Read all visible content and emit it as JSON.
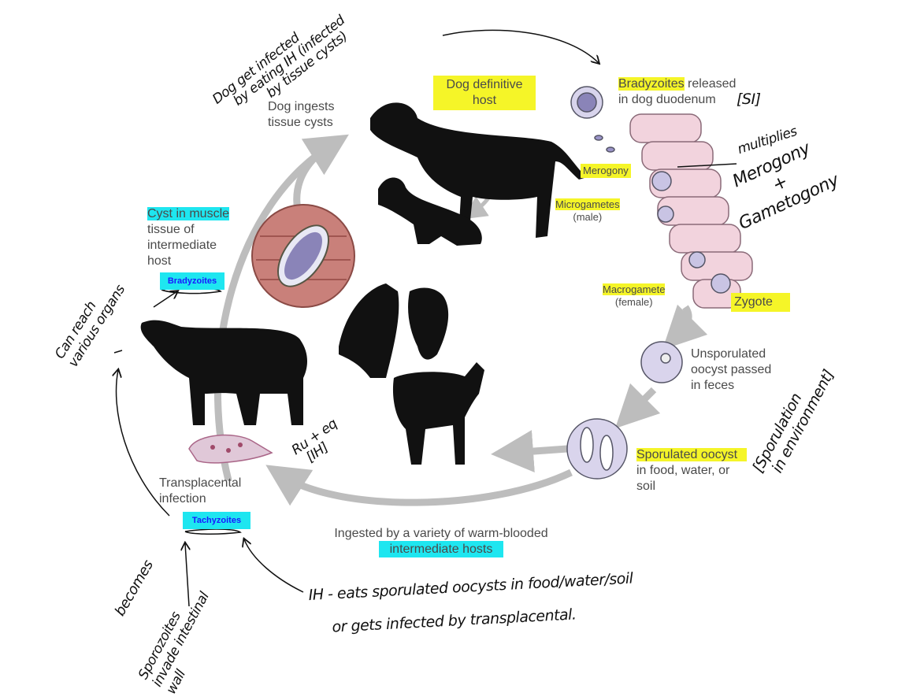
{
  "diagram": {
    "labels": {
      "dog_ingests": [
        "Dog ingests",
        "tissue cysts"
      ],
      "dog_host": [
        "Dog definitive",
        "host"
      ],
      "bradyzoites_released": [
        "Bradyzoites",
        " released",
        "in dog duodenum"
      ],
      "merogony": "Merogony",
      "microgametes": [
        "Microgametes",
        "(male)"
      ],
      "macrogamete": [
        "Macrogamete",
        "(female)"
      ],
      "zygote": "Zygote",
      "unsporulated": [
        "Unsporulated",
        "oocyst passed",
        "in feces"
      ],
      "sporulated": [
        "Sporulated oocyst",
        "in food, water, or",
        "soil"
      ],
      "ingested": [
        "Ingested by a variety of warm-blooded",
        "intermediate hosts"
      ],
      "transplacental": [
        "Transplacental",
        "infection"
      ],
      "tachyzoites": "Tachyzoites",
      "cyst_muscle": [
        "Cyst in muscle",
        "tissue of",
        "intermediate",
        "host"
      ],
      "bradyzoites": "Bradyzoites"
    },
    "highlight_colors": {
      "yellow": "#f5f528",
      "cyan": "#1ee6f0"
    },
    "annotations": {
      "dog_infected": [
        "Dog get infected",
        "by eating",
        "IH (infected",
        "by tissue cysts)"
      ],
      "si": "[SI]",
      "multiplies": "multiplies",
      "merogony_gametogony": [
        "Merogony",
        "+",
        "Gametogony"
      ],
      "sporulation": [
        "[Sporulation",
        "in environment]"
      ],
      "ru_eq": [
        "Ru + eq",
        "[IH]"
      ],
      "can_reach": [
        "Can reach",
        "various organs"
      ],
      "becomes": "becomes",
      "sporozoites": [
        "Sporozoites",
        "invade intestinal",
        "wall"
      ],
      "ih_eats": [
        "IH - eats sporulated oocysts in food/water/soil",
        "or gets infected by transplacental."
      ]
    }
  }
}
